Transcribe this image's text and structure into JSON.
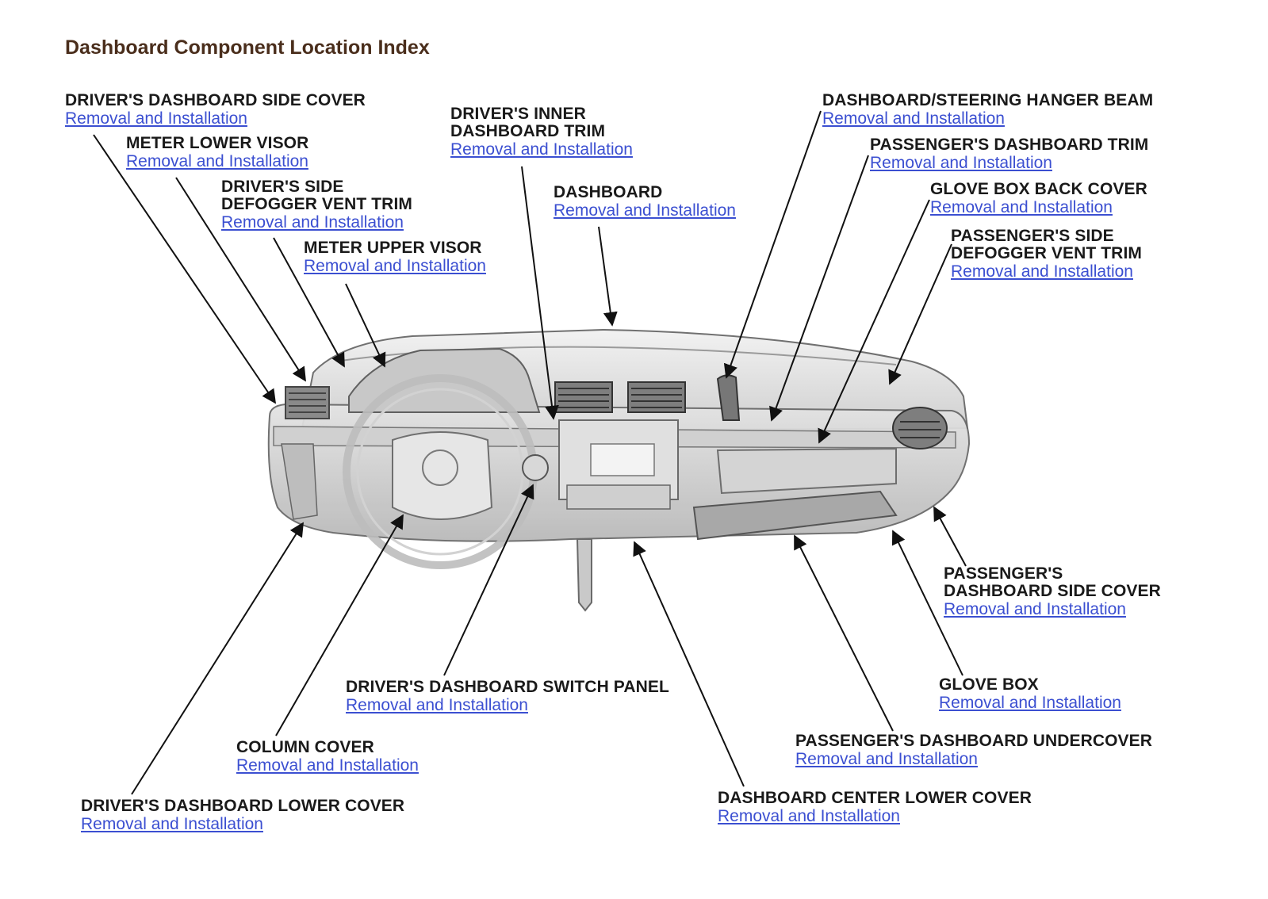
{
  "page": {
    "title": "Dashboard Component Location Index",
    "link_label": "Removal and Installation"
  },
  "colors": {
    "title": "#4a2e1c",
    "label": "#1a1a1a",
    "link": "#3b4fd1",
    "leader": "#111111",
    "part_stroke": "#555555",
    "part_fill": "#d9d9d9"
  },
  "callouts": [
    {
      "id": "drivers-dashboard-side-cover",
      "lines": [
        "DRIVER'S DASHBOARD SIDE COVER"
      ],
      "link": "Removal and Installation"
    },
    {
      "id": "meter-lower-visor",
      "lines": [
        "METER LOWER VISOR"
      ],
      "link": "Removal and Installation"
    },
    {
      "id": "drivers-side-defogger-vent-trim",
      "lines": [
        "DRIVER'S SIDE",
        "DEFOGGER VENT TRIM"
      ],
      "link": "Removal and Installation"
    },
    {
      "id": "meter-upper-visor",
      "lines": [
        "METER UPPER VISOR"
      ],
      "link": "Removal and Installation"
    },
    {
      "id": "drivers-inner-dashboard-trim",
      "lines": [
        "DRIVER'S INNER",
        "DASHBOARD TRIM"
      ],
      "link": "Removal and Installation"
    },
    {
      "id": "dashboard",
      "lines": [
        "DASHBOARD"
      ],
      "link": "Removal and Installation"
    },
    {
      "id": "dashboard-steering-hanger-beam",
      "lines": [
        "DASHBOARD/STEERING HANGER BEAM"
      ],
      "link": "Removal and Installation"
    },
    {
      "id": "passengers-dashboard-trim",
      "lines": [
        "PASSENGER'S DASHBOARD TRIM"
      ],
      "link": "Removal and Installation"
    },
    {
      "id": "glove-box-back-cover",
      "lines": [
        "GLOVE BOX BACK COVER"
      ],
      "link": "Removal and Installation"
    },
    {
      "id": "passengers-side-defogger-vent-trim",
      "lines": [
        "PASSENGER'S SIDE",
        "DEFOGGER VENT TRIM"
      ],
      "link": "Removal and Installation"
    },
    {
      "id": "passengers-dashboard-side-cover",
      "lines": [
        "PASSENGER'S",
        "DASHBOARD SIDE COVER"
      ],
      "link": "Removal and Installation"
    },
    {
      "id": "glove-box",
      "lines": [
        "GLOVE BOX"
      ],
      "link": "Removal and Installation"
    },
    {
      "id": "passengers-dashboard-undercover",
      "lines": [
        "PASSENGER'S DASHBOARD UNDERCOVER"
      ],
      "link": "Removal and Installation"
    },
    {
      "id": "dashboard-center-lower-cover",
      "lines": [
        "DASHBOARD CENTER LOWER COVER"
      ],
      "link": "Removal and Installation"
    },
    {
      "id": "drivers-dashboard-switch-panel",
      "lines": [
        "DRIVER'S DASHBOARD SWITCH PANEL"
      ],
      "link": "Removal and Installation"
    },
    {
      "id": "column-cover",
      "lines": [
        "COLUMN COVER"
      ],
      "link": "Removal and Installation"
    },
    {
      "id": "drivers-dashboard-lower-cover",
      "lines": [
        "DRIVER'S DASHBOARD LOWER COVER"
      ],
      "link": "Removal and Installation"
    }
  ]
}
